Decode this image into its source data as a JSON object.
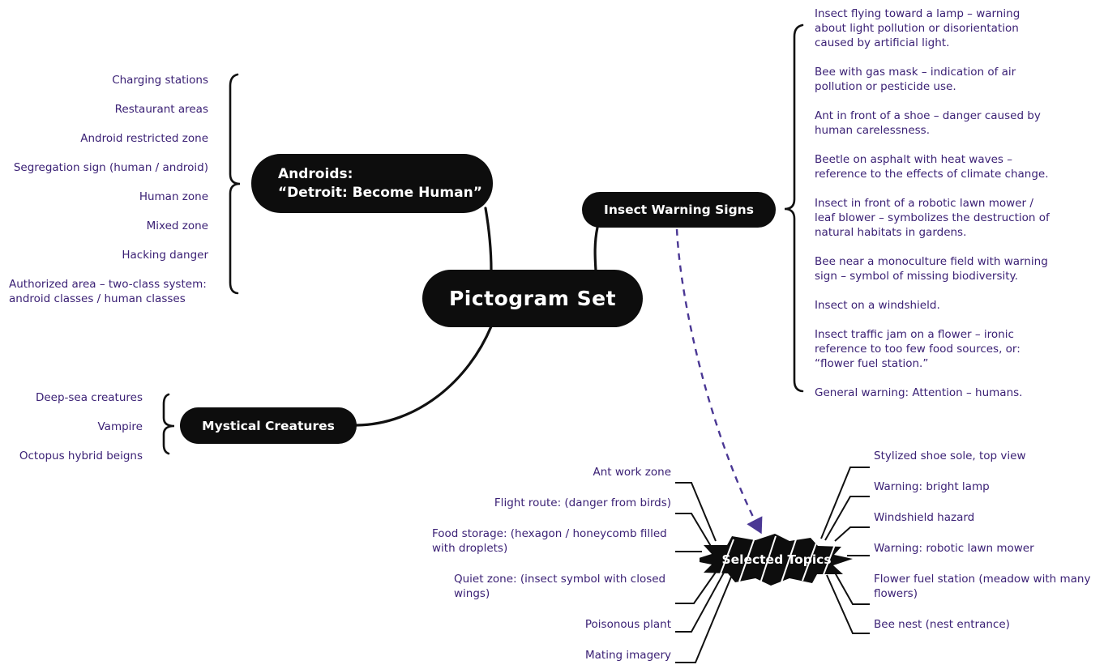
{
  "diagram_type": "mind-map",
  "palette": {
    "node_background": "#0d0d0d",
    "node_text": "#ffffff",
    "leaf_text": "#3b2175",
    "connector_line": "#111111",
    "dashed_arrow": "#4a3794",
    "canvas_background": "#ffffff"
  },
  "root": {
    "label": "Pictogram Set"
  },
  "branches": {
    "androids": {
      "label": "Androids:\n“Detroit: Become Human”",
      "items": [
        "Charging stations",
        "Restaurant areas",
        "Android restricted zone",
        "Segregation sign (human / android)",
        "Human zone",
        "Mixed zone",
        "Hacking danger",
        "Authorized area – two-class system:\nandroid classes / human classes"
      ]
    },
    "insects": {
      "label": "Insect Warning Signs",
      "items": [
        "Insect flying toward a lamp – warning\nabout light pollution or disorientation\ncaused by artificial light.",
        "Bee with gas mask – indication of air\npollution or pesticide use.",
        "Ant in front of a shoe – danger caused by\nhuman carelessness.",
        "Beetle on asphalt with heat waves –\nreference to the effects of climate change.",
        "Insect in front of a robotic lawn mower /\nleaf blower – symbolizes the destruction of\nnatural habitats in gardens.",
        "Bee near a monoculture field with warning\nsign – symbol of missing biodiversity.",
        "Insect on a windshield.",
        "Insect traffic jam on a flower – ironic\nreference to too few food sources, or:\n“flower fuel station.”",
        "General warning: Attention – humans."
      ]
    },
    "mystical": {
      "label": "Mystical Creatures",
      "items": [
        "Deep-sea creatures",
        "Vampire",
        "Octopus hybrid beigns"
      ]
    },
    "selected": {
      "label": "Selected Topics",
      "items_left": [
        "Ant work zone",
        "Flight route: (danger from birds)",
        "Food storage: (hexagon / honeycomb filled\nwith droplets)",
        "Quiet zone: (insect symbol with closed\nwings)",
        "Poisonous plant",
        "Mating imagery"
      ],
      "items_right": [
        "Stylized shoe sole, top view",
        "Warning: bright lamp",
        "Windshield hazard",
        "Warning: robotic lawn mower",
        "Flower fuel station (meadow with many\nflowers)",
        "Bee nest (nest entrance)"
      ]
    }
  }
}
